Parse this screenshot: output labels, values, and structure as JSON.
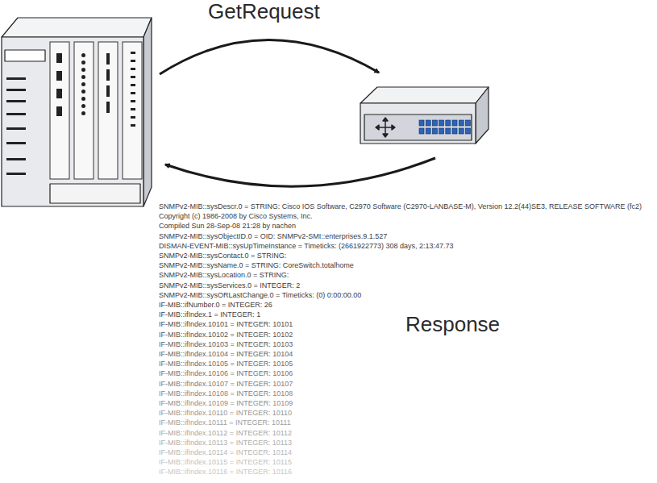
{
  "diagram": {
    "labels": [
      "GetRequest",
      "Response",
      "SNMPv2-MIB::sysDescr.0 = STRING: Cisco IOS Software, C2970 Software (C2970-LANBASE-M), Version 12.2(44)SE3, RELEASE SOFTWARE (fc2)",
      "Copyright (c) 1986-2008 by Cisco Systems, Inc.",
      "Compiled Sun 28-Sep-08 21:28 by nachen",
      "SNMPv2-MIB::sysObjectID.0 = OID: SNMPv2-SMI::enterprises.9.1.527",
      "DISMAN-EVENT-MIB::sysUpTimeInstance = Timeticks: (2661922773) 308 days, 2:13:47.73",
      "SNMPv2-MIB::sysContact.0 = STRING:",
      "SNMPv2-MIB::sysName.0 = STRING: CoreSwitch.totalhome",
      "SNMPv2-MIB::sysLocation.0 = STRING:",
      "SNMPv2-MIB::sysServices.0 = INTEGER: 2",
      "SNMPv2-MIB::sysORLastChange.0 = Timeticks: (0) 0:00:00.00",
      "IF-MIB::ifNumber.0 = INTEGER: 26",
      "IF-MIB::ifIndex.1 = INTEGER: 1",
      "IF-MIB::ifIndex.10101 = INTEGER: 10101",
      "IF-MIB::ifIndex.10102 = INTEGER: 10102",
      "IF-MIB::ifIndex.10103 = INTEGER: 10103",
      "IF-MIB::ifIndex.10104 = INTEGER: 10104",
      "IF-MIB::ifIndex.10105 = INTEGER: 10105",
      "IF-MIB::ifIndex.10106 = INTEGER: 10106",
      "IF-MIB::ifIndex.10107 = INTEGER: 10107",
      "IF-MIB::ifIndex.10108 = INTEGER: 10108",
      "IF-MIB::ifIndex.10109 = INTEGER: 10109",
      "IF-MIB::ifIndex.10110 = INTEGER: 10110",
      "IF-MIB::ifIndex.10111 = INTEGER: 10111",
      "IF-MIB::ifIndex.10112 = INTEGER: 10112",
      "IF-MIB::ifIndex.10113 = INTEGER: 10113",
      "IF-MIB::ifIndex.10114 = INTEGER: 10114",
      "IF-MIB::ifIndex.10115 = INTEGER: 10115",
      "IF-MIB::ifIndex.10116 = INTEGER: 10116"
    ]
  }
}
